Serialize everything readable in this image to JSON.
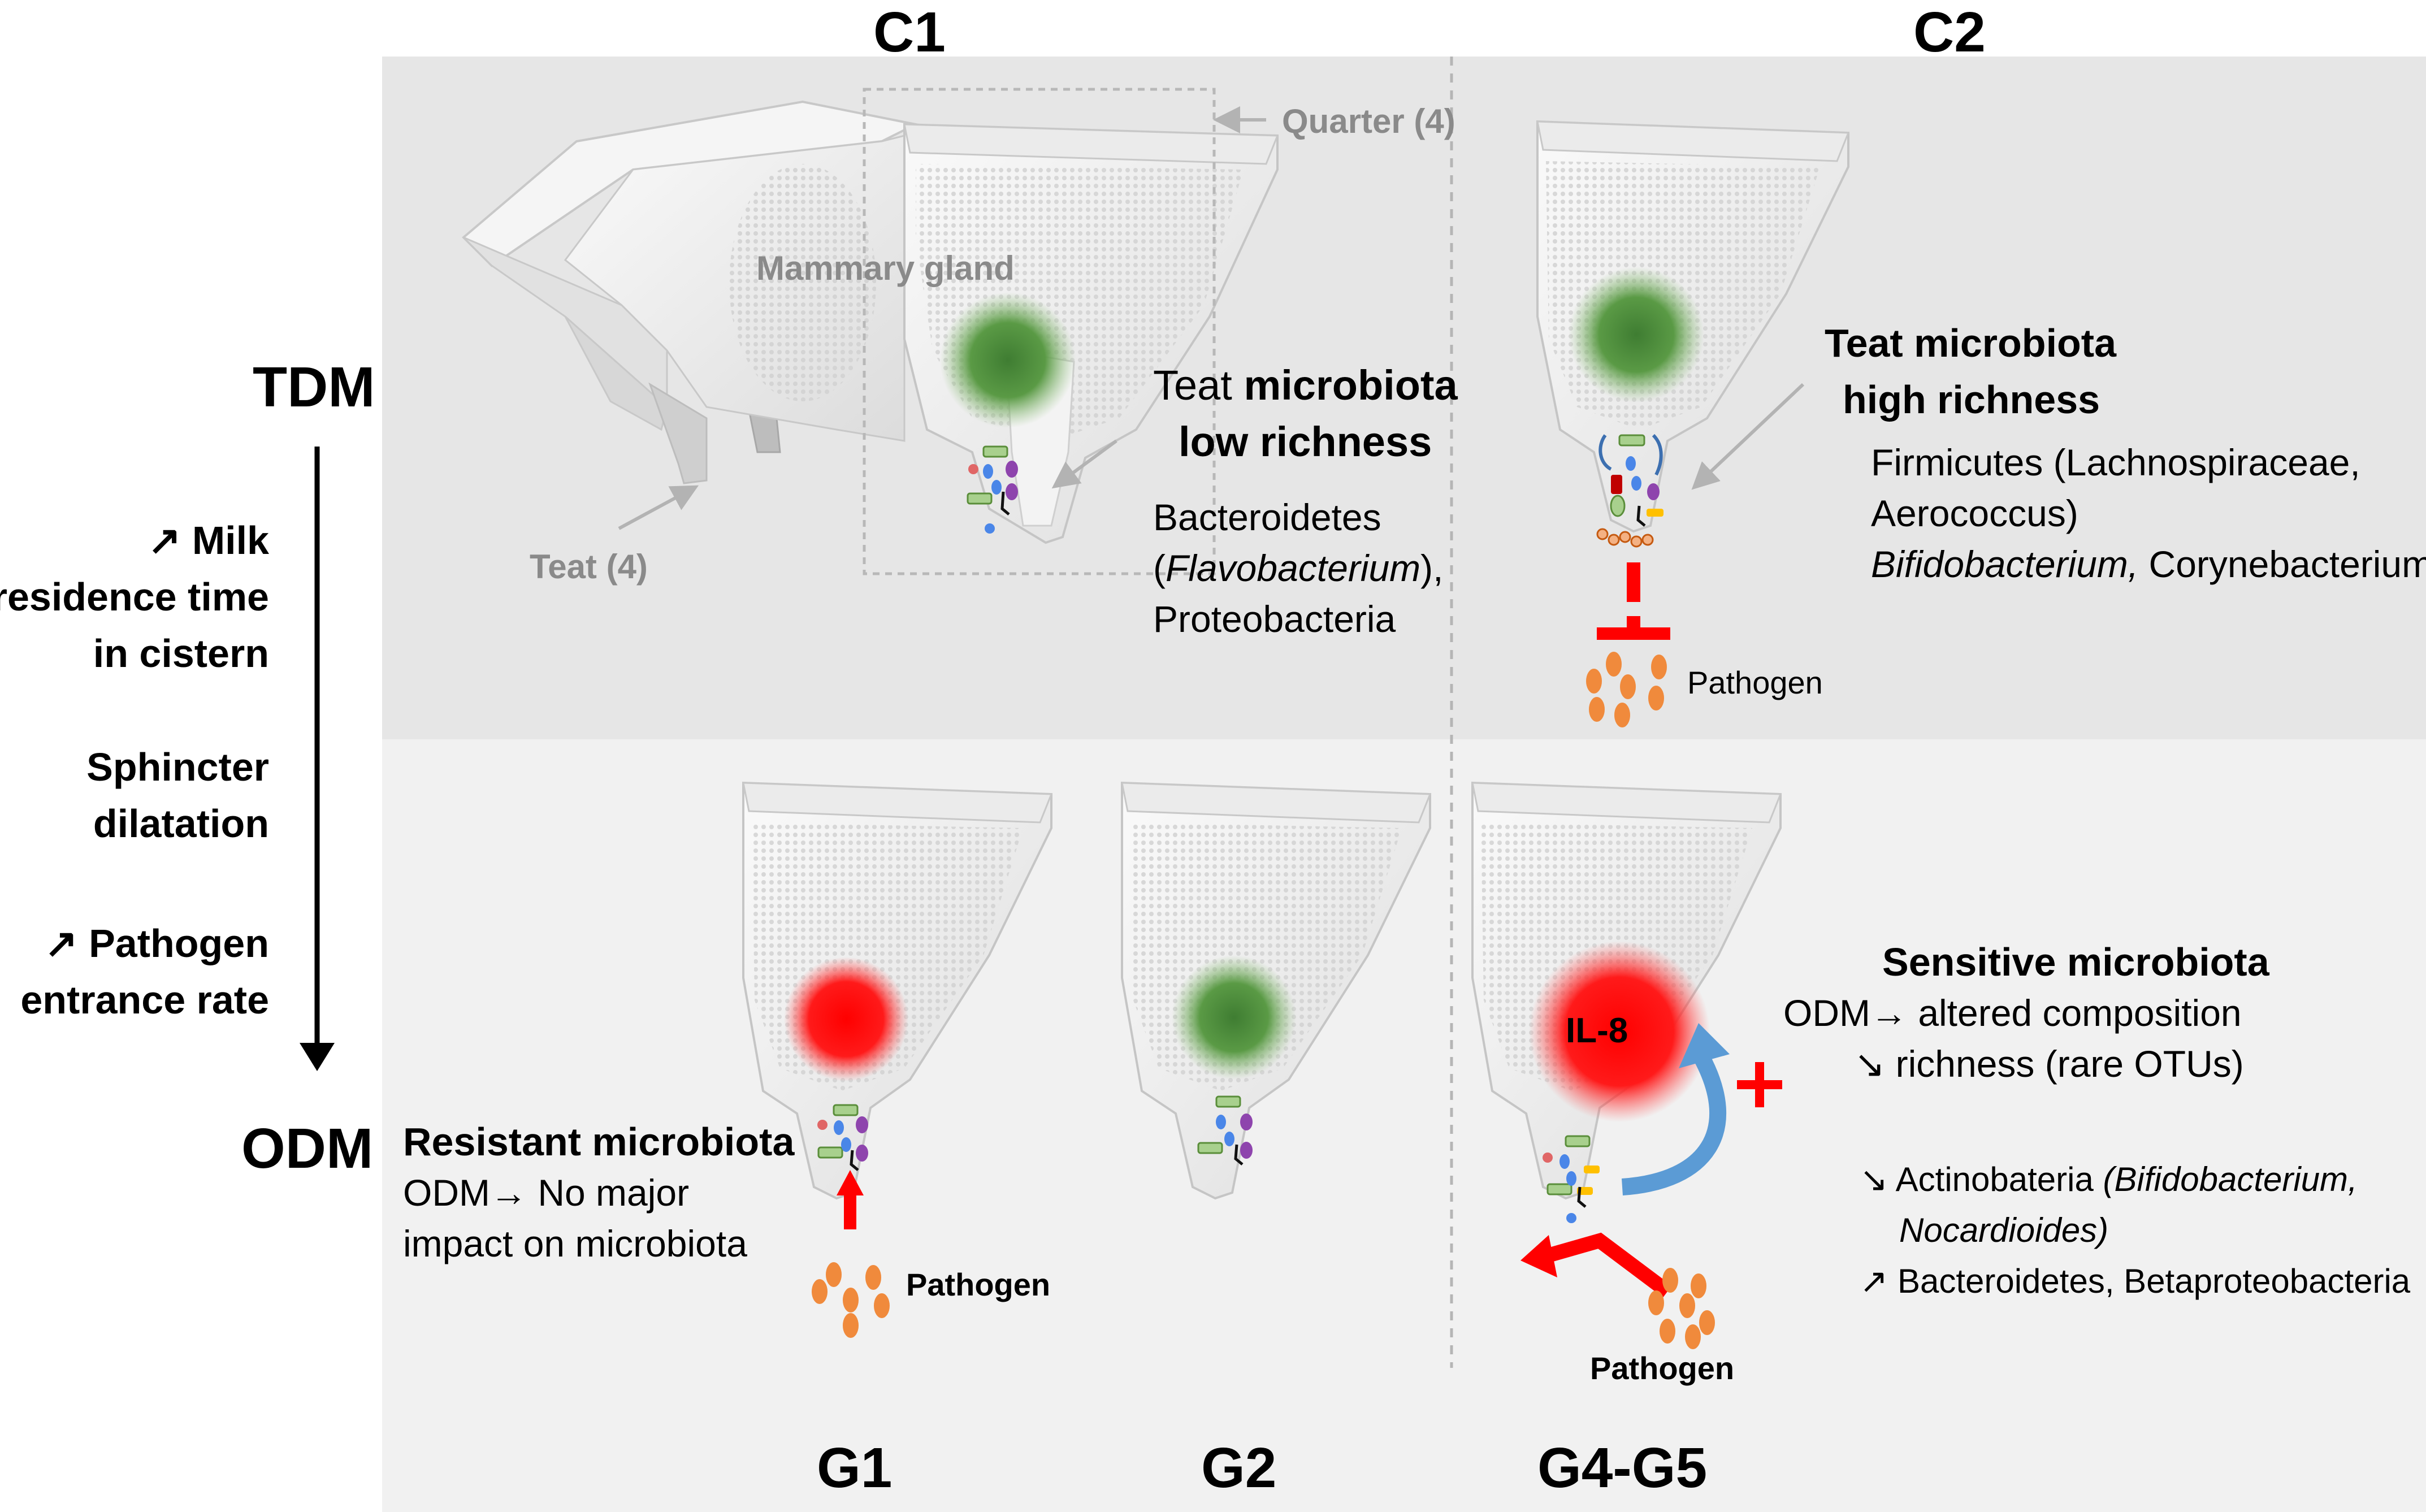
{
  "columns": {
    "c1": "C1",
    "c2": "C2"
  },
  "rows": {
    "tdm": "TDM",
    "odm": "ODM"
  },
  "groups": {
    "g1": "G1",
    "g2": "G2",
    "g45": "G4-G5"
  },
  "side_labels": {
    "milk": [
      "↗ Milk",
      "residence time",
      "in cistern"
    ],
    "sphincter": [
      "Sphincter",
      "dilatation"
    ],
    "pathogen_rate": [
      "↗ Pathogen",
      "entrance rate"
    ]
  },
  "c1_labels": {
    "quarter": "Quarter (4)",
    "gland": "Mammary gland",
    "teat": "Teat (4)",
    "teat_word": "Teat",
    "microbiota_word": "microbiota",
    "low_richness": "low richness",
    "bact_line1": "Bacteroidetes",
    "bact_open": "(",
    "bact_genus": "Flavobacterium",
    "bact_close": "),",
    "bact_line3": "Proteobacteria"
  },
  "c2_labels": {
    "head1": "Teat microbiota",
    "head2": "high richness",
    "line1": "Firmicutes (Lachnospiraceae,",
    "line2": "Aerococcus)",
    "line3_italic": "Bifidobacterium,",
    "line3_rest": " Corynebacterium",
    "pathogen": "Pathogen"
  },
  "g1_labels": {
    "head": "Resistant microbiota",
    "line1": "ODM→ No major",
    "line2": "impact on microbiota",
    "pathogen": "Pathogen"
  },
  "g45_labels": {
    "il8": "IL-8",
    "plus": "+",
    "head": "Sensitive microbiota",
    "line1": "ODM→ altered composition",
    "line2": "↘ richness (rare OTUs)",
    "acti_a": "↘ Actinobateria ",
    "acti_b": "(Bifidobacterium,",
    "acti_c": "Nocardioides)",
    "bacteroidetes": "↗ Bacteroidetes, Betaproteobacteria",
    "pathogen": "Pathogen"
  },
  "colors": {
    "panel_top": "#e6e6e6",
    "panel_bottom": "#f1f1f1",
    "healthy_green": "#4f8f3a",
    "inflamed_red": "#ff0000",
    "pathogen_orange": "#f08a3c",
    "feedback_blue": "#5b9bd5"
  }
}
